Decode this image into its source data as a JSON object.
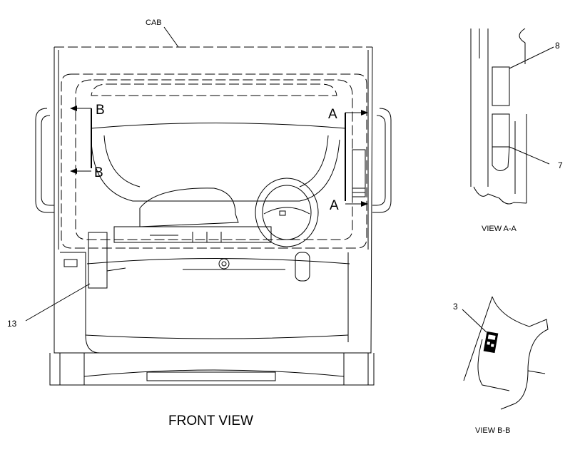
{
  "labels": {
    "cab": "CAB",
    "front_view": "FRONT VIEW",
    "view_aa": "VIEW A-A",
    "view_bb": "VIEW B-B",
    "section_b": "B",
    "section_a": "A",
    "callout_13": "13",
    "callout_8": "8",
    "callout_7": "7",
    "callout_3": "3"
  }
}
